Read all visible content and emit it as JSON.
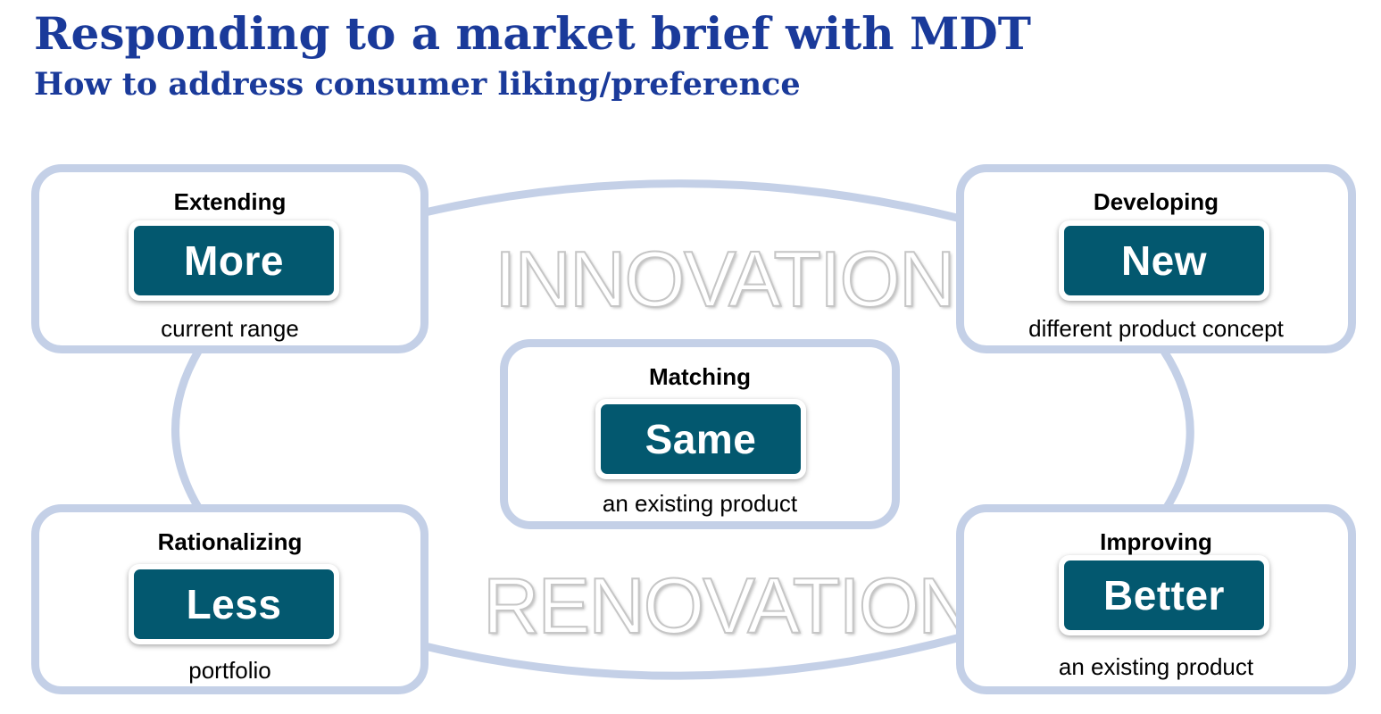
{
  "header": {
    "title": "Responding to a market brief with MDT",
    "subtitle": "How to address consumer liking/preference"
  },
  "labels": {
    "innovation": "INNOVATION",
    "renovation": "RENOVATION"
  },
  "cards": {
    "extending": {
      "heading": "Extending",
      "action": "More",
      "caption": "current range"
    },
    "developing": {
      "heading": "Developing",
      "action": "New",
      "caption": "different product concept"
    },
    "matching": {
      "heading": "Matching",
      "action": "Same",
      "caption": "an existing product"
    },
    "rationalizing": {
      "heading": "Rationalizing",
      "action": "Less",
      "caption": "portfolio"
    },
    "improving": {
      "heading": "Improving",
      "action": "Better",
      "caption": "an existing product"
    }
  },
  "colors": {
    "title": "#1a3a9a",
    "card_border": "#c4d0e7",
    "action_fill": "#03586f"
  }
}
